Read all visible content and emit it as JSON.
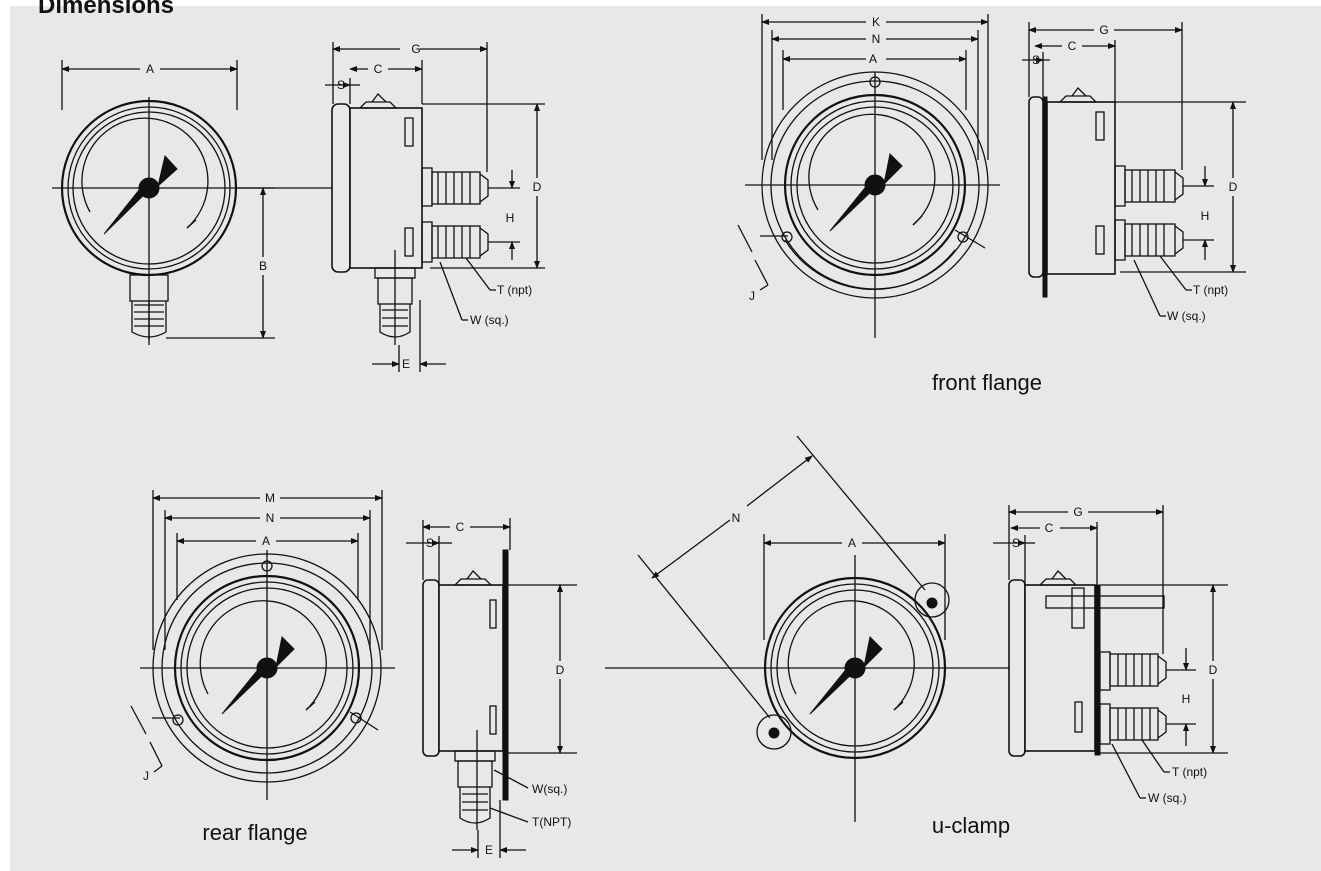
{
  "title": "Dimensions",
  "captions": {
    "front_flange": "front flange",
    "rear_flange": "rear flange",
    "u_clamp": "u-clamp"
  },
  "labels": {
    "A": "A",
    "B": "B",
    "C": "C",
    "D": "D",
    "E": "E",
    "G": "G",
    "H": "H",
    "J": "J",
    "K": "K",
    "M": "M",
    "N": "N",
    "S": "S",
    "T_npt": "T (npt)",
    "T_NPT": "T(NPT)",
    "W_sq": "W (sq.)",
    "W_sq_compact": "W(sq.)"
  },
  "colors": {
    "background": "#e7e8e9",
    "ink": "#111111"
  }
}
